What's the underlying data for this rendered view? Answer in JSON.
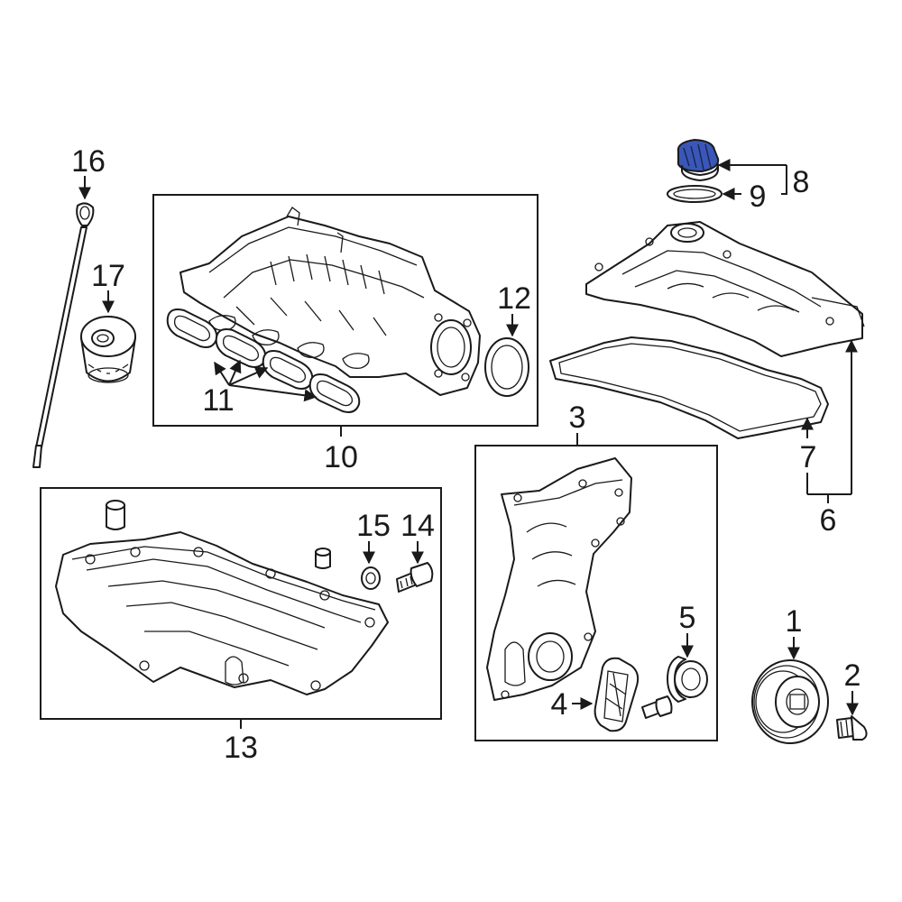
{
  "callouts": {
    "c1": "1",
    "c2": "2",
    "c3": "3",
    "c4": "4",
    "c5": "5",
    "c6": "6",
    "c7": "7",
    "c8": "8",
    "c9": "9",
    "c10": "10",
    "c11": "11",
    "c12": "12",
    "c13": "13",
    "c14": "14",
    "c15": "15",
    "c16": "16",
    "c17": "17"
  },
  "colors": {
    "line": "#1a1a1a",
    "highlight": "#3a57b8",
    "background": "#ffffff"
  },
  "highlighted_part": "8"
}
